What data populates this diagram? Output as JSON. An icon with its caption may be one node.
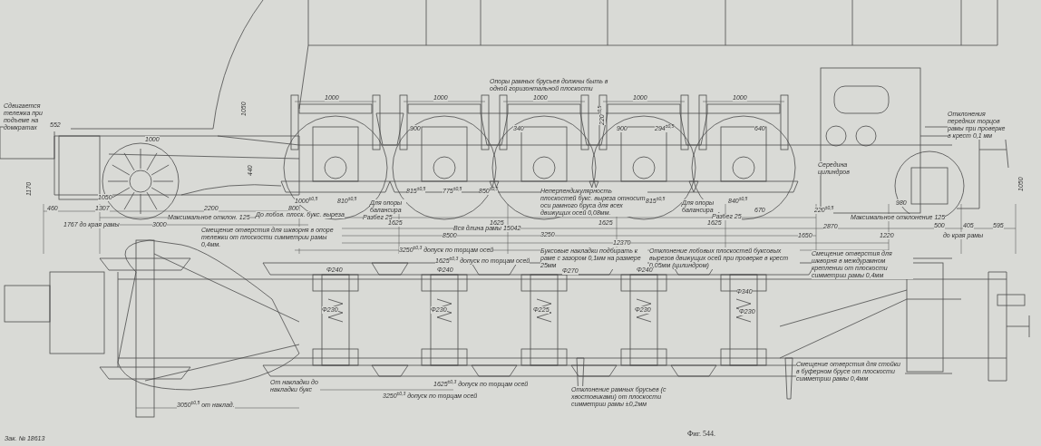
{
  "diagram": {
    "caption": "Фиг. 544.",
    "labels": [
      "Сдвигается тележка при подъеме на домкратах",
      "552",
      "1000",
      "1050",
      "440",
      "1170",
      "1050",
      "460",
      "1307",
      "2200",
      "800",
      "Максимальное отклон. 125",
      "До лобов. плоск. букс. выреза",
      "1767 до края рамы",
      "3000",
      "Смещение отверстия для шкворня в опоре тележки от плоскости симметрии рамы 0,4мм.",
      "Опоры рамных брусьев должны быть в одной горизонтальной плоскости",
      "1000",
      "1000",
      "1000",
      "1000",
      "1000",
      "900",
      "340",
      "900",
      "294$^{±0,5}$",
      "640",
      "220$^{±0,5}$",
      "1000$^{±0,5}$",
      "810$^{±0,5}$",
      "Для опоры балансира",
      "815$^{±0,5}$",
      "775$^{±0,5}$",
      "850$^{±0,5}$",
      "Неперпендикулярность плоскостей букс. выреза относит. оси рамного бруса для всех движущих осей 0,08мм.",
      "815$^{±0,5}$",
      "Для опоры балансира",
      "840$^{±0,5}$",
      "670",
      "220$^{±0,5}$",
      "980",
      "Разбег 25",
      "Разбег 25",
      "1625",
      "1625",
      "1625",
      "1625",
      "Вся длина рамы 15042",
      "8500",
      "3250",
      "2870",
      "Максимальное отклонение 125",
      "500",
      "405",
      "595",
      "1650",
      "1220",
      "до края рамы",
      "Середина цилиндров",
      "Отклонения передних торцов рамы при проверке в крест 0,1 мм",
      "1050",
      "3250$^{±0,3}$ допуск по торцам осей",
      "1625$^{±0,3}$ допуск по торцам осей",
      "12370",
      "Буксовые накладки подбирать к раме с зазором 0,1мм на размере 25мм",
      "Отклонение лобовых плоскостей буксовых вырезов движущих осей при проверке в крест 0,05мм (цилиндром)",
      "Смещение отверстия для шкворня в междурамном креплении от плоскости симметрии рамы 0,4мм",
      "Φ240",
      "Φ240",
      "Φ270",
      "Φ240",
      "Φ340",
      "Φ230",
      "Φ230",
      "Φ225",
      "Φ230",
      "Φ230",
      "От накладки до накладки букс",
      "1625$^{±0,3}$ допуск по торцам осей",
      "3250$^{±0,3}$ допуск по торцам осей",
      "Отклонение рамных брусьев (с хвостовиками) от плоскости симметрии рамы ±0,2мм",
      "Смещение отверстия для стойки в буферном брусе от плоскости симметрии рамы 0,4мм",
      "3050$^{±0,5}$ от наклад.",
      "Зак. № 18613"
    ]
  }
}
